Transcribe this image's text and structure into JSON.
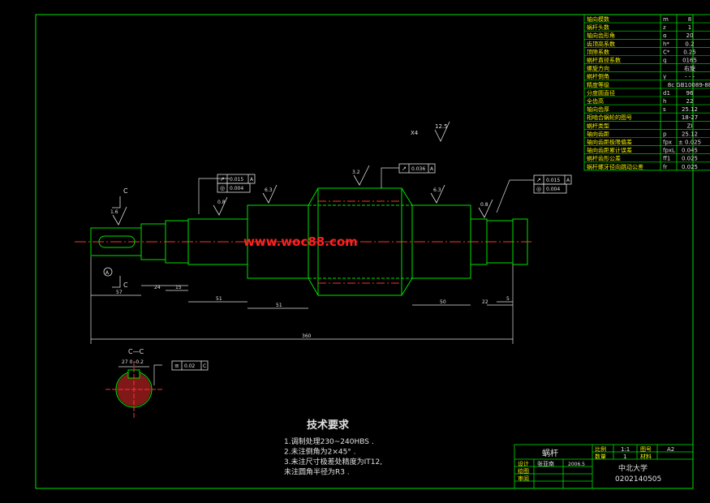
{
  "watermark": "www.woc88.com",
  "params_table": {
    "rows": [
      {
        "label": "轴向模数",
        "sym": "m",
        "val": "8"
      },
      {
        "label": "蜗杆头数",
        "sym": "z",
        "val": "1"
      },
      {
        "label": "轴向齿形角",
        "sym": "α",
        "val": "20"
      },
      {
        "label": "齿顶高系数",
        "sym": "h*",
        "val": "0.2"
      },
      {
        "label": "顶隙系数",
        "sym": "C*",
        "val": "0.25"
      },
      {
        "label": "蜗杆直径系数",
        "sym": "q",
        "val": "0165"
      },
      {
        "label": "螺旋方向",
        "sym": "",
        "val": "右旋"
      },
      {
        "label": "蜗杆倒角",
        "sym": "γ",
        "val": "- - -"
      },
      {
        "label": "精度等级",
        "sym": "",
        "val": "8c GB10089-88"
      },
      {
        "label": "分度圆直径",
        "sym": "d1",
        "val": "96"
      },
      {
        "label": "全齿高",
        "sym": "h",
        "val": "22"
      },
      {
        "label": "轴向齿厚",
        "sym": "s",
        "val": "25.12"
      },
      {
        "label": "相啮合蜗轮的图号",
        "sym": "",
        "val": "18-27"
      },
      {
        "label": "蜗杆类型",
        "sym": "",
        "val": "ZI"
      },
      {
        "label": "轴向齿距",
        "sym": "p",
        "val": "25.12"
      },
      {
        "label": "轴向齿距极限偏差",
        "sym": "fpx",
        "val": "± 0.025"
      },
      {
        "label": "轴向齿距累计误差",
        "sym": "fpxL",
        "val": "0.045"
      },
      {
        "label": "蜗杆齿形公差",
        "sym": "ff1",
        "val": "0.025"
      },
      {
        "label": "蜗杆螺牙径向跳动公差",
        "sym": "fr",
        "val": "0.025"
      }
    ]
  },
  "drawing": {
    "view_label_c_top": "C",
    "view_label_c_bottom": "C",
    "section_title": "C—C",
    "section_key_dim": "27 0 -0.2",
    "tol1": {
      "sym": "↗",
      "val": "0.015",
      "ref": "A"
    },
    "tol1b": {
      "sym": "◎",
      "val": "0.004"
    },
    "tol2": {
      "sym": "↗",
      "val": "0.036",
      "ref": "A"
    },
    "tol3": {
      "sym": "↗",
      "val": "0.015",
      "ref": "A"
    },
    "tol3b": {
      "sym": "◎",
      "val": "0.004"
    },
    "tol4": {
      "sym": "≡",
      "val": "0.02",
      "ref": "C"
    },
    "roughness_top": "12.5",
    "roughness_top_note": "X4",
    "rough_a": "1.6",
    "rough_b": "0.8",
    "rough_c": "6.3",
    "rough_d": "3.2",
    "rough_e": "6.3",
    "rough_f": "0.8",
    "datum_a": "A",
    "dims": {
      "d1": "57",
      "d2": "24",
      "d3": "15",
      "d4": "51",
      "d5": "51",
      "d6": "50",
      "d7": "22",
      "d8": "5",
      "total": "360"
    }
  },
  "tech_req": {
    "title": "技术要求",
    "lines": [
      "1.调制处理230~240HBS .",
      "2.未注倒角为2×45° .",
      "3.未注尺寸极差处精度为IT12,",
      "未注圆角半径为R3 ."
    ]
  },
  "title_block": {
    "part_name": "蜗杆",
    "scale_label": "比例",
    "scale_val": "1:1",
    "drawing_no_label": "图号",
    "drawing_no_val": "A2",
    "qty_label": "数量",
    "qty_val": "1",
    "material_label": "材料",
    "design_label": "设计",
    "design_name": "张亚南",
    "design_date": "2006.5",
    "draw_label": "绘图",
    "review_label": "审阅",
    "school": "中北大学",
    "code": "0202140505"
  }
}
